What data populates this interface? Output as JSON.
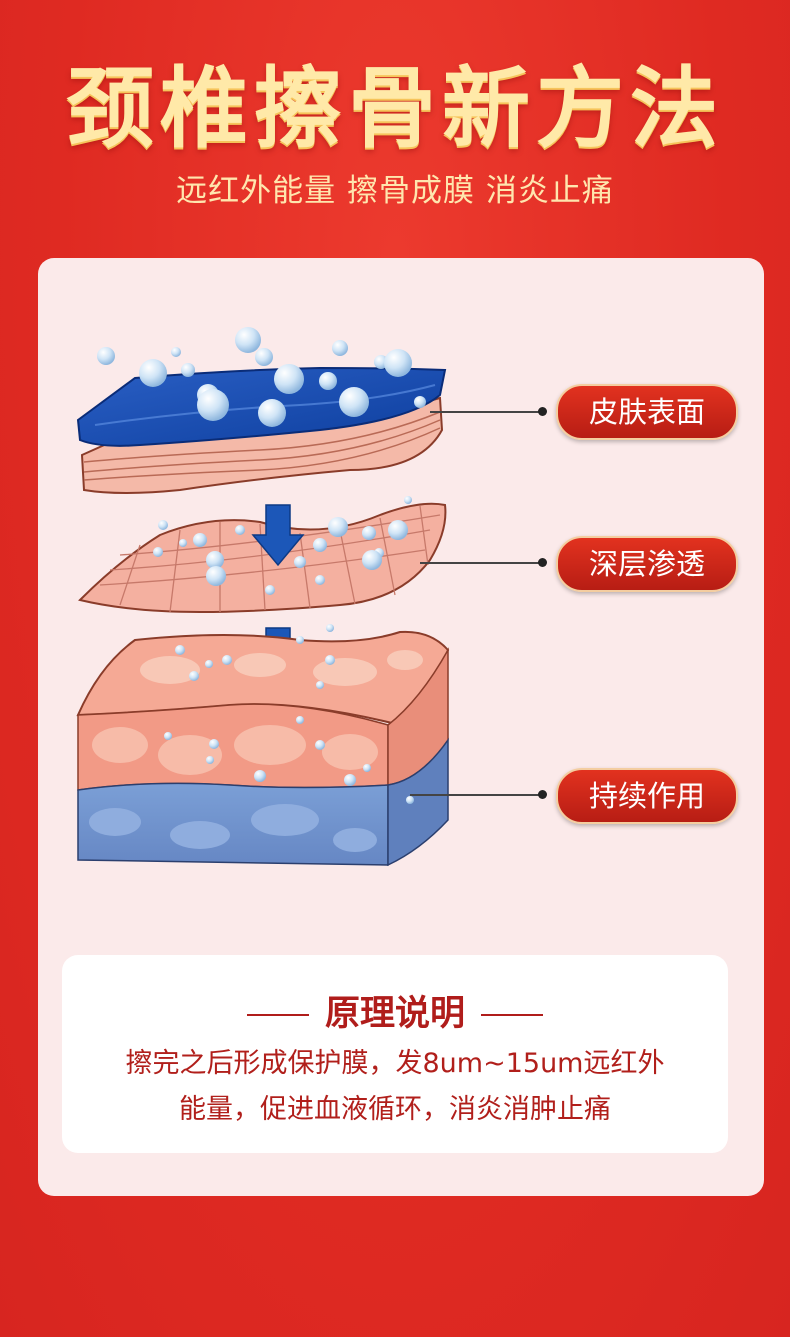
{
  "header": {
    "title": "颈椎擦骨新方法",
    "subtitle": "远红外能量 擦骨成膜 消炎止痛"
  },
  "labels": {
    "skin_surface": "皮肤表面",
    "deep_penetration": "深层渗透",
    "lasting_effect": "持续作用"
  },
  "explanation": {
    "heading": "原理说明",
    "line1": "擦完之后形成保护膜，发8um~15um远红外",
    "line2": "能量，促进血液循环，消炎消肿止痛"
  },
  "colors": {
    "background": "#e5302a",
    "title_gold": "#ffe9a8",
    "pill_red": "#c8261b",
    "text_red": "#b11f1b"
  },
  "icons": [
    "arrow-down-icon",
    "droplet-icon"
  ]
}
